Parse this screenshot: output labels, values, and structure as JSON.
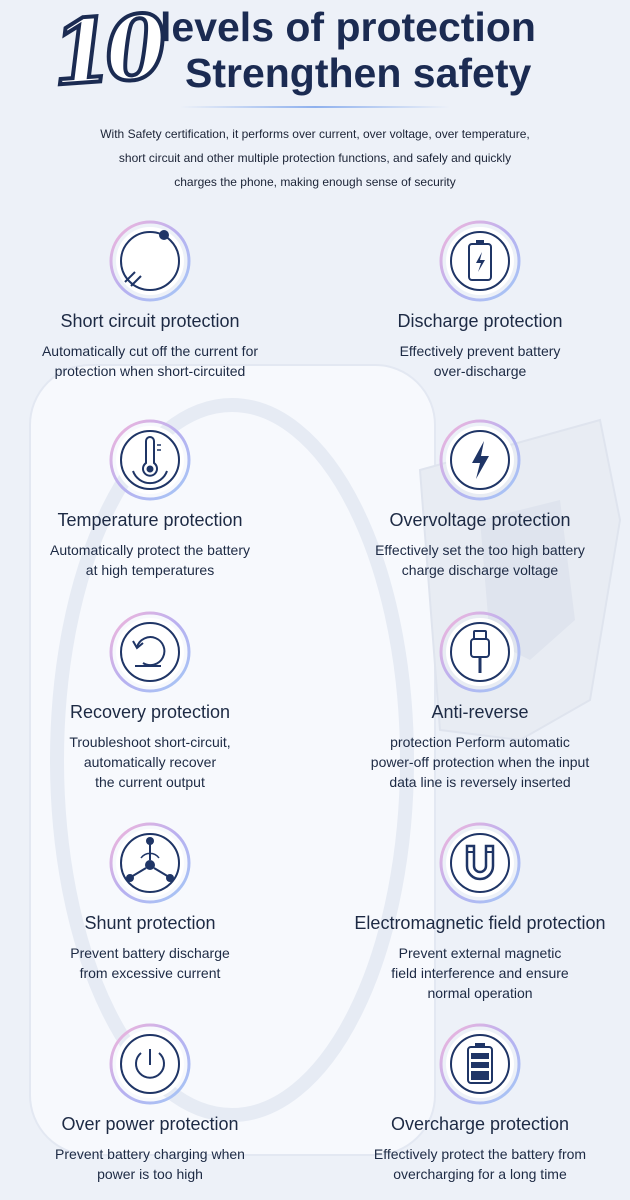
{
  "header": {
    "number": "10",
    "title_line1": "levels of protection",
    "title_line2": "Strengthen safety",
    "intro_lines": [
      "With Safety certification, it performs over current, over voltage, over temperature,",
      "short circuit and other multiple protection functions, and safely and quickly",
      "charges the phone, making enough sense of security"
    ]
  },
  "colors": {
    "title": "#1b2b52",
    "icon_stroke": "#1f3566",
    "ring_pink": "#f2b8dc",
    "ring_blue": "#a9c6f5",
    "background": "#edf1f8"
  },
  "features": [
    {
      "icon": "short-circuit-icon",
      "title": "Short circuit protection",
      "desc": [
        "Automatically cut off the current for",
        "protection when short-circuited"
      ]
    },
    {
      "icon": "battery-charge-icon",
      "title": "Discharge protection",
      "desc": [
        "Effectively prevent battery",
        "over-discharge"
      ]
    },
    {
      "icon": "thermometer-icon",
      "title": "Temperature protection",
      "desc": [
        "Automatically protect the battery",
        "at high temperatures"
      ]
    },
    {
      "icon": "lightning-icon",
      "title": "Overvoltage protection",
      "desc": [
        "Effectively set the too high battery",
        "charge discharge voltage"
      ]
    },
    {
      "icon": "recovery-icon",
      "title": "Recovery protection",
      "desc": [
        "Troubleshoot short-circuit,",
        "automatically recover",
        "the current output"
      ]
    },
    {
      "icon": "cable-plug-icon",
      "title": "Anti-reverse",
      "desc": [
        "protection Perform automatic",
        "power-off protection when the input",
        "data line is reversely inserted"
      ]
    },
    {
      "icon": "shunt-icon",
      "title": "Shunt protection",
      "desc": [
        "Prevent battery discharge",
        "from excessive current"
      ]
    },
    {
      "icon": "magnet-icon",
      "title": "Electromagnetic field protection",
      "desc": [
        "Prevent external magnetic",
        "field interference and ensure",
        "normal operation"
      ]
    },
    {
      "icon": "power-icon",
      "title": "Over power protection",
      "desc": [
        "Prevent battery charging when",
        "power is too high"
      ]
    },
    {
      "icon": "battery-full-icon",
      "title": "Overcharge protection",
      "desc": [
        "Effectively protect the battery from",
        "overcharging for a long time"
      ]
    }
  ]
}
